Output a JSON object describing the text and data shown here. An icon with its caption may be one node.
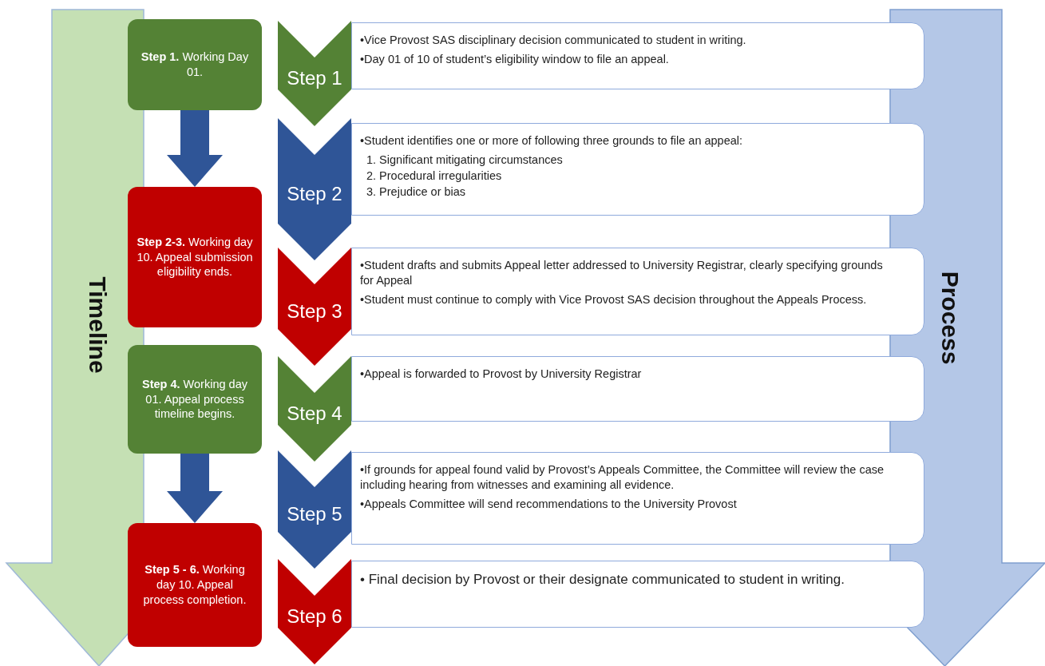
{
  "diagram": {
    "nodes": [
      {
        "text": [
          "Timeline"
        ]
      },
      {
        "text": [
          "Process"
        ]
      },
      {
        "text": [
          "**Step 1.** Working Day 01."
        ]
      },
      {
        "text": [
          "**Step 2-3.** Working day 10. Appeal submission eligibility ends."
        ]
      },
      {
        "text": [
          "**Step 4.** Working day 01. Appeal process timeline begins."
        ]
      },
      {
        "text": [
          "**Step 5 - 6.** Working day 10. Appeal process completion."
        ]
      },
      {
        "text": [
          "Step 1"
        ]
      },
      {
        "text": [
          "•Vice Provost SAS disciplinary decision communicated to student in writing.",
          "•Day 01 of 10 of student’s eligibility window to file an appeal."
        ]
      },
      {
        "text": [
          "Step 2"
        ]
      },
      {
        "text": [
          "•Student identifies one or more of following three grounds to file an appeal:",
          "1. Significant mitigating circumstances",
          "2. Procedural irregularities",
          "3. Prejudice or bias"
        ]
      },
      {
        "text": [
          "Step 3"
        ]
      },
      {
        "text": [
          "•Student drafts and submits Appeal letter addressed to University Registrar, clearly specifying grounds for Appeal",
          "•Student must continue to comply with Vice Provost SAS decision throughout the Appeals Process."
        ]
      },
      {
        "text": [
          "Step 4"
        ]
      },
      {
        "text": [
          "•Appeal is forwarded to Provost by University Registrar"
        ]
      },
      {
        "text": [
          "Step 5"
        ]
      },
      {
        "text": [
          "•If grounds for appeal found valid by Provost’s Appeals Committee, the Committee will review the case including hearing from witnesses and examining all evidence.",
          "•Appeals Committee will send recommendations to the University Provost"
        ]
      },
      {
        "text": [
          "Step 6"
        ]
      },
      {
        "text": [
          "• Final decision by Provost or their designate communicated to student in writing."
        ]
      }
    ],
    "edges": [
      {
        "from": 2,
        "to": 3,
        "arrow": "to"
      },
      {
        "from": 4,
        "to": 5,
        "arrow": "to"
      }
    ]
  }
}
